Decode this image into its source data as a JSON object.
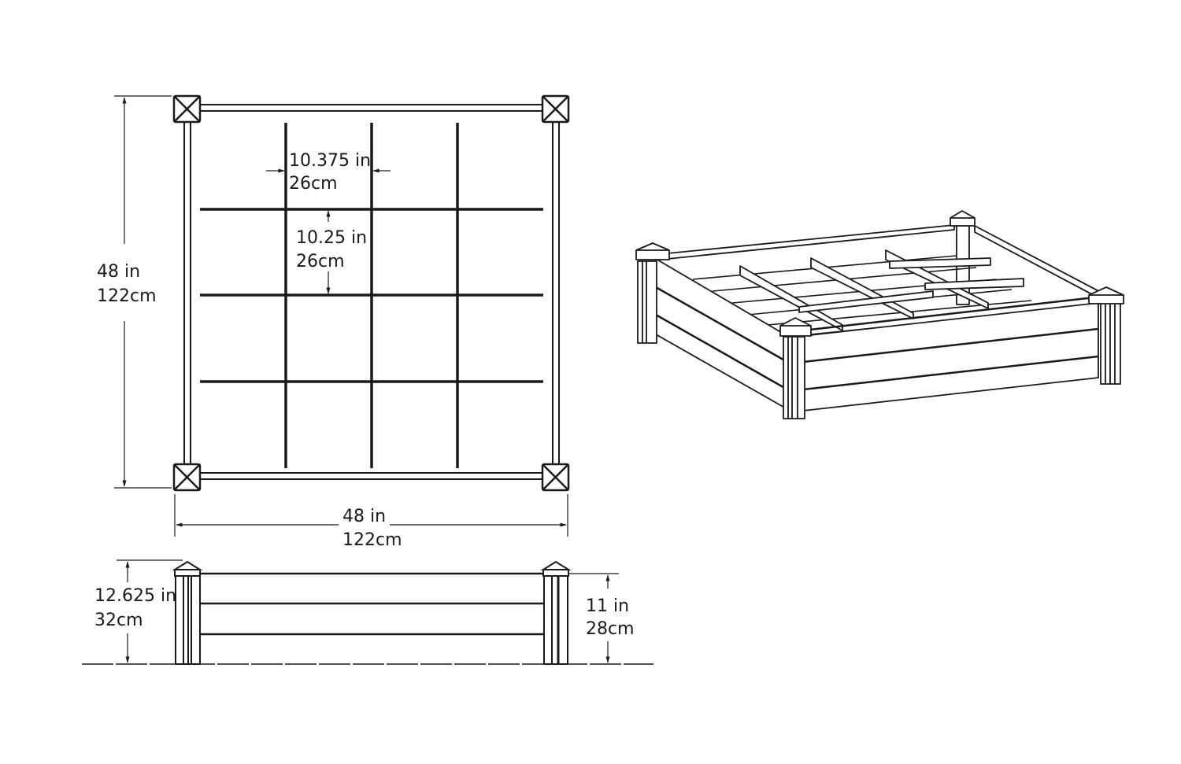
{
  "diagram": {
    "subject": "Raised garden bed with 4x4 grid divider",
    "views": [
      "top-view",
      "side-view",
      "isometric-view"
    ],
    "top_view": {
      "width_label": {
        "in": "48 in",
        "cm": "122cm"
      },
      "depth_label": {
        "in": "48 in",
        "cm": "122cm"
      },
      "cell_width_label": {
        "in": "10.375 in",
        "cm": "26cm"
      },
      "cell_height_label": {
        "in": "10.25 in",
        "cm": "26cm"
      },
      "grid": {
        "rows": 4,
        "cols": 4
      }
    },
    "side_view": {
      "post_height_label": {
        "in": "12.625 in",
        "cm": "32cm"
      },
      "wall_height_label": {
        "in": "11 in",
        "cm": "28cm"
      },
      "boards": 3
    },
    "colors": {
      "line": "#1a1a1a",
      "background": "#ffffff"
    }
  }
}
